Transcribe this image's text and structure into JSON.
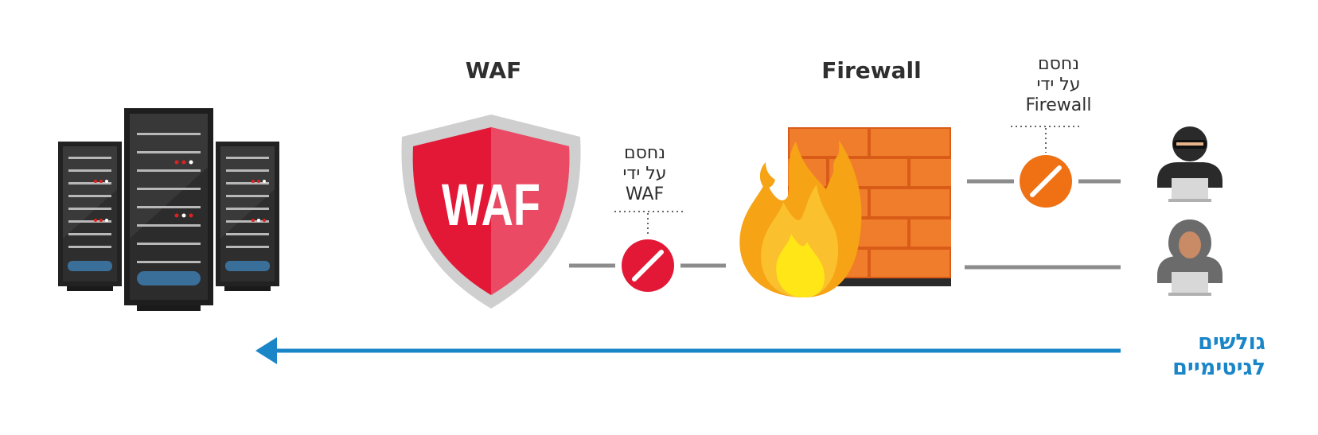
{
  "labels": {
    "waf_title": "WAF",
    "firewall_title": "Firewall",
    "shield_text": "WAF",
    "blocked_by_waf": [
      "נחסם",
      "על ידי",
      "WAF"
    ],
    "blocked_by_firewall": [
      "נחסם",
      "על ידי",
      "Firewall"
    ],
    "legit_users": [
      "גולשים",
      "לגיטימיים"
    ]
  },
  "icons": {
    "servers": "server-rack-icon",
    "shield": "waf-shield-icon",
    "firewall": "brick-wall-fire-icon",
    "block": "no-entry-icon",
    "attacker": "hacker-icon",
    "user": "hooded-user-icon",
    "arrow": "arrow-left-icon"
  },
  "colors": {
    "waf_red": "#e31837",
    "block_orange": "#f07014",
    "brick": "#f07d2b",
    "legit_blue": "#1a86c8",
    "connector_gray": "#8c8c8c"
  }
}
